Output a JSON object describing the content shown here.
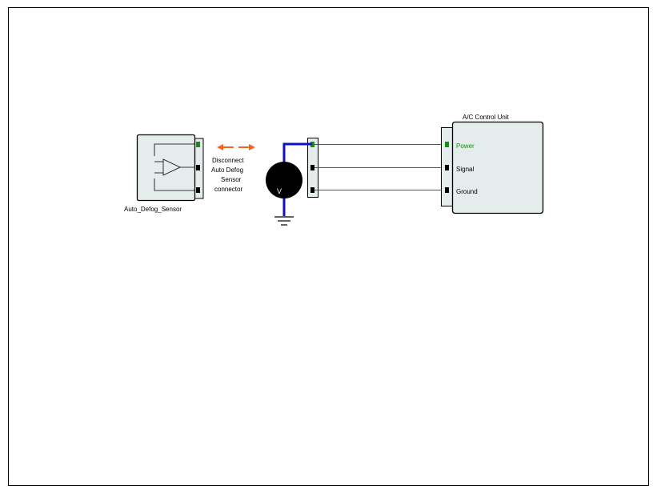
{
  "colors": {
    "component_fill": "#e4ecec",
    "component_stroke": "#000000",
    "wire": "#333333",
    "probe_wire": "#1010c8",
    "active_pin": "#1a8a1a",
    "inactive_pin": "#000000",
    "arrow": "#f26522",
    "meter_body": "#000000",
    "meter_text": "#ffffff"
  },
  "sensor": {
    "name": "Auto_Defog_Sensor",
    "icon": "amplifier-triangle-icon"
  },
  "instruction": {
    "lines": [
      "Disconnect",
      "Auto Defog",
      "Sensor",
      "connector"
    ]
  },
  "meter": {
    "label": "V",
    "icon": "voltmeter-icon",
    "ground_icon": "ground-symbol-icon"
  },
  "control_unit": {
    "title": "A/C Control Unit",
    "pins": [
      {
        "label": "Power",
        "active": true
      },
      {
        "label": "Signal",
        "active": false
      },
      {
        "label": "Ground",
        "active": false
      }
    ]
  }
}
